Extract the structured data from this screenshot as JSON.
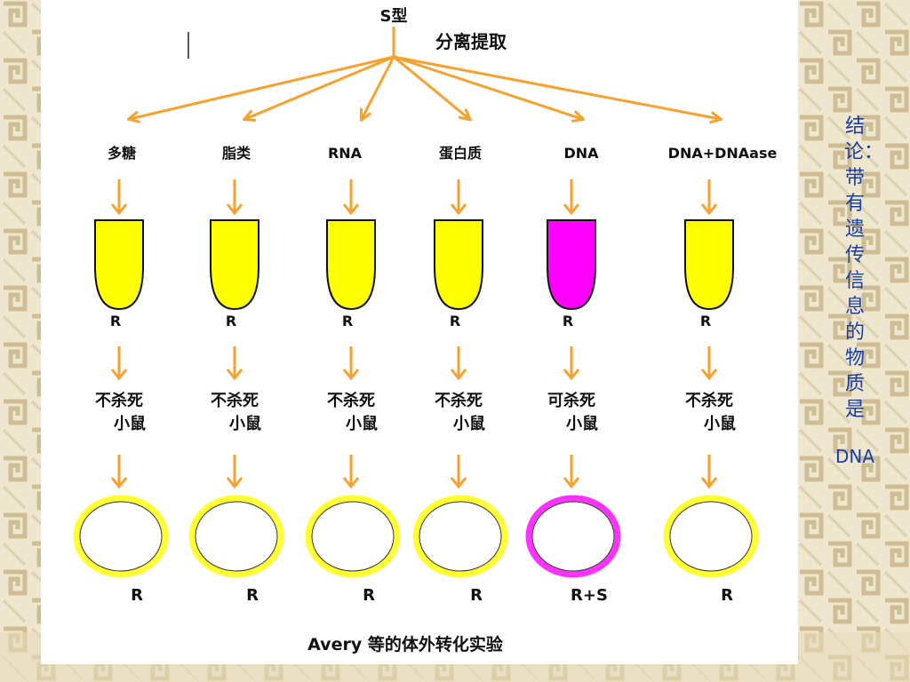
{
  "top": {
    "label": "S型",
    "action": "分离提取"
  },
  "columns": [
    {
      "substance": "多糖",
      "tube_label": "R",
      "result_lines": [
        "不杀死",
        "小鼠"
      ],
      "colony_label": "R",
      "tube_color": "#ffff00",
      "colony_color": "#ffff33"
    },
    {
      "substance": "脂类",
      "tube_label": "R",
      "result_lines": [
        "不杀死",
        "小鼠"
      ],
      "colony_label": "R",
      "tube_color": "#ffff00",
      "colony_color": "#ffff33"
    },
    {
      "substance": "RNA",
      "tube_label": "R",
      "result_lines": [
        "不杀死",
        "小鼠"
      ],
      "colony_label": "R",
      "tube_color": "#ffff00",
      "colony_color": "#ffff33"
    },
    {
      "substance": "蛋白质",
      "tube_label": "R",
      "result_lines": [
        "不杀死",
        "小鼠"
      ],
      "colony_label": "R",
      "tube_color": "#ffff00",
      "colony_color": "#ffff33"
    },
    {
      "substance": "DNA",
      "tube_label": "R",
      "result_lines": [
        "可杀死",
        "小鼠"
      ],
      "colony_label": "R+S",
      "tube_color": "#ff00ff",
      "colony_color": "#ff33ff"
    },
    {
      "substance": "DNA+DNAase",
      "tube_label": "R",
      "result_lines": [
        "不杀死",
        "小鼠"
      ],
      "colony_label": "R",
      "tube_color": "#ffff00",
      "colony_color": "#ffff33"
    }
  ],
  "caption": "Avery 等的体外转化实验",
  "conclusion": {
    "text": "结论：带有遗传信息的物质是",
    "suffix": "DNA"
  },
  "colors": {
    "arrow": "#f7a12f",
    "conclusion": "#1a3ea8",
    "background": "#efe6cf",
    "pattern": "#cdbd94"
  }
}
